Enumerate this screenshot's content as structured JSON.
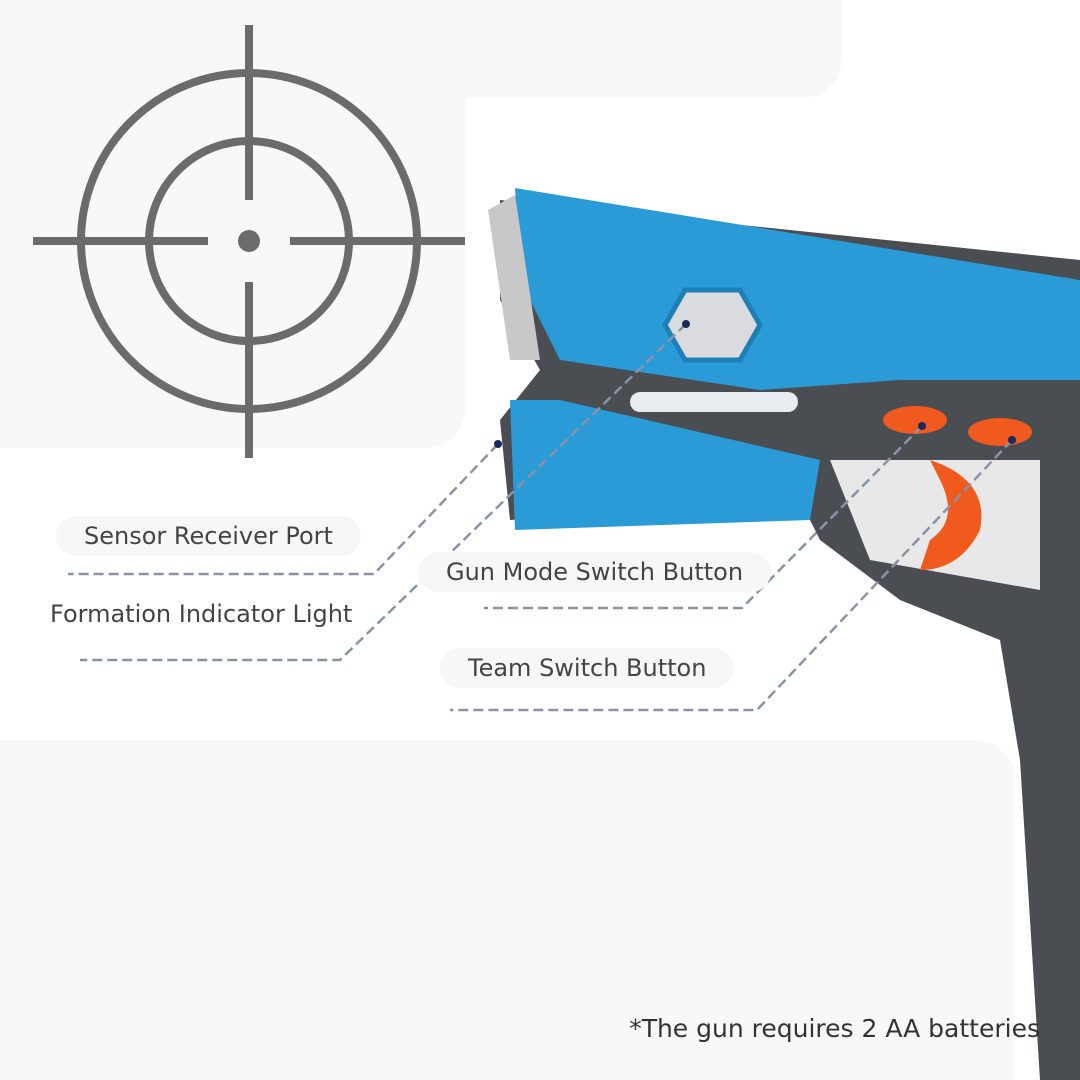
{
  "labels": {
    "sensor": "Sensor Receiver Port",
    "formation": "Formation Indicator Light",
    "gun_mode": "Gun Mode Switch Button",
    "team": "Team Switch Button"
  },
  "note": "*The gun requires 2 AA batteries",
  "colors": {
    "gun_blue": "#2a9bd6",
    "gun_gray": "#4a4d52",
    "button_orange": "#f05a1e",
    "crosshair": "#6b6b6b",
    "leader": "#8a93a6"
  }
}
